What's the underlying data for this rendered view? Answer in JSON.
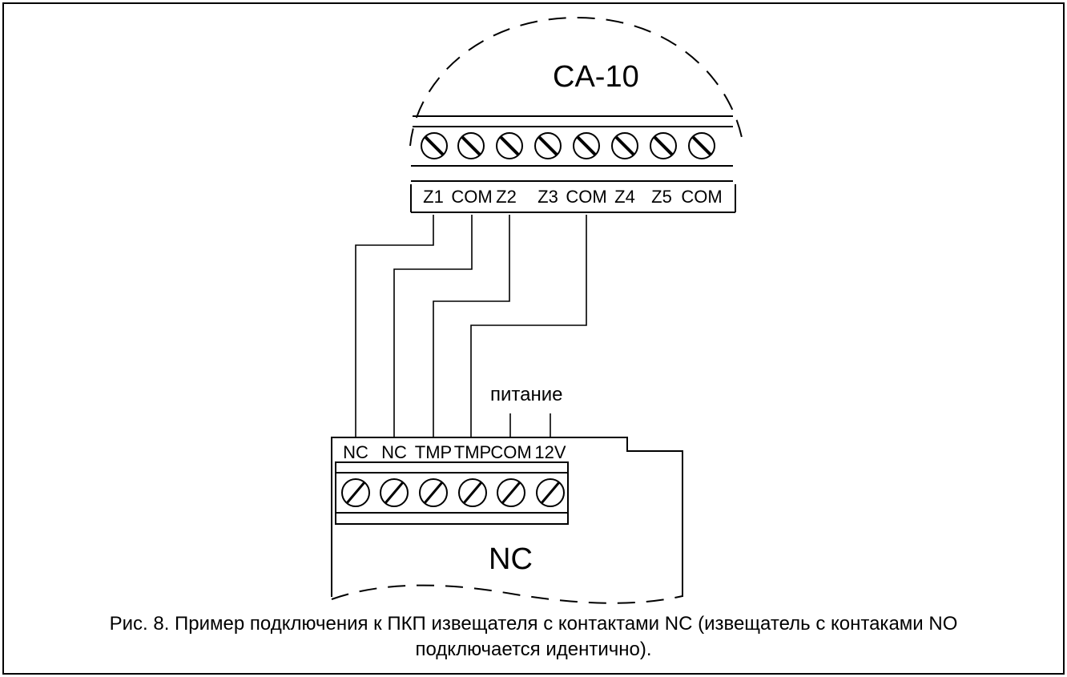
{
  "module": {
    "title": "CA-10",
    "terminals": [
      "Z1",
      "COM",
      "Z2",
      "Z3",
      "COM",
      "Z4",
      "Z5",
      "COM"
    ]
  },
  "detector": {
    "title": "NC",
    "terminals": [
      "NC",
      "NC",
      "TMP",
      "TMP",
      "COM",
      "12V"
    ],
    "power_label": "питание"
  },
  "caption": {
    "line1": "Рис. 8. Пример подключения к ПКП извещателя с контактами NC (извещатель с контаками NO",
    "line2": "подключается идентично)."
  }
}
